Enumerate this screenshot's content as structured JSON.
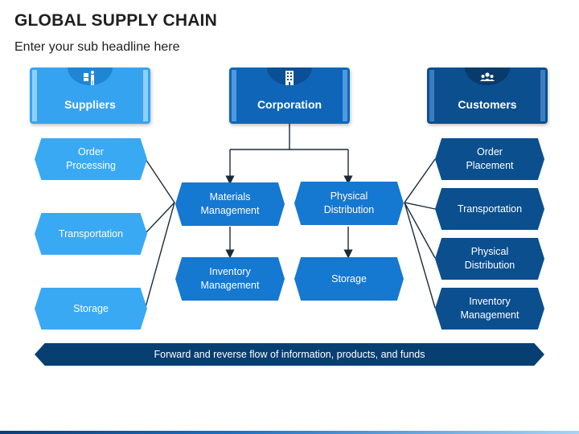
{
  "title": "GLOBAL SUPPLY CHAIN",
  "subtitle": "Enter your sub headline here",
  "columns": {
    "suppliers": {
      "header": "Suppliers",
      "icon": "delivery-worker-icon",
      "items": [
        "Order\nProcessing",
        "Transportation",
        "Storage"
      ]
    },
    "corporation": {
      "header": "Corporation",
      "icon": "building-icon",
      "left_top": "Materials\nManagement",
      "left_bottom": "Inventory\nManagement",
      "right_top": "Physical\nDistribution",
      "right_bottom": "Storage"
    },
    "customers": {
      "header": "Customers",
      "icon": "people-group-icon",
      "items": [
        "Order\nPlacement",
        "Transportation",
        "Physical\nDistribution",
        "Inventory\nManagement"
      ]
    }
  },
  "bottom_bar": "Forward and reverse flow of information, products, and funds",
  "colors": {
    "supplier_blue": "#39a9f4",
    "corporation_blue": "#1578d1",
    "customer_navy": "#0b4f8f",
    "bar_navy": "#083f73"
  }
}
